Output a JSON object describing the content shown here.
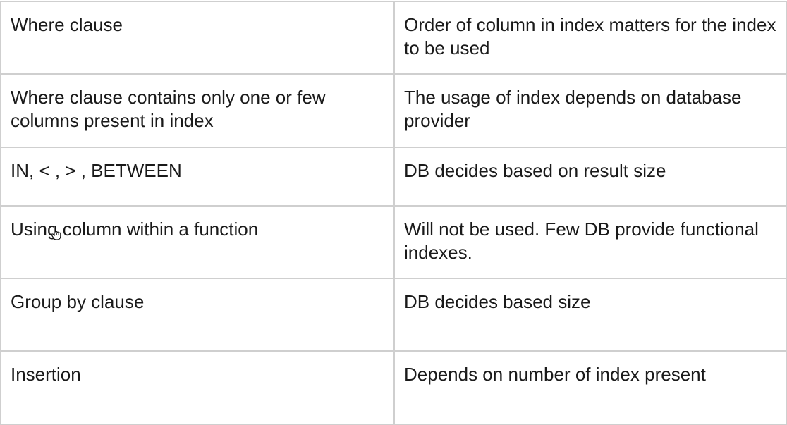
{
  "rows": [
    {
      "situation": "Where clause",
      "behavior": "Order of column in index matters for the index to be used"
    },
    {
      "situation": "Where clause contains only one or few columns present in index",
      "behavior": "The usage of index depends on database provider"
    },
    {
      "situation": "IN, < , > , BETWEEN",
      "behavior": "DB decides based on result size"
    },
    {
      "situation": "Using column within a function",
      "behavior": "Will not be used. Few DB provide functional indexes."
    },
    {
      "situation": "Group by clause",
      "behavior": "DB decides based size"
    },
    {
      "situation": "Insertion",
      "behavior": "Depends on number of index present"
    }
  ],
  "icons": {
    "cursor": "hand-pointer-icon"
  }
}
